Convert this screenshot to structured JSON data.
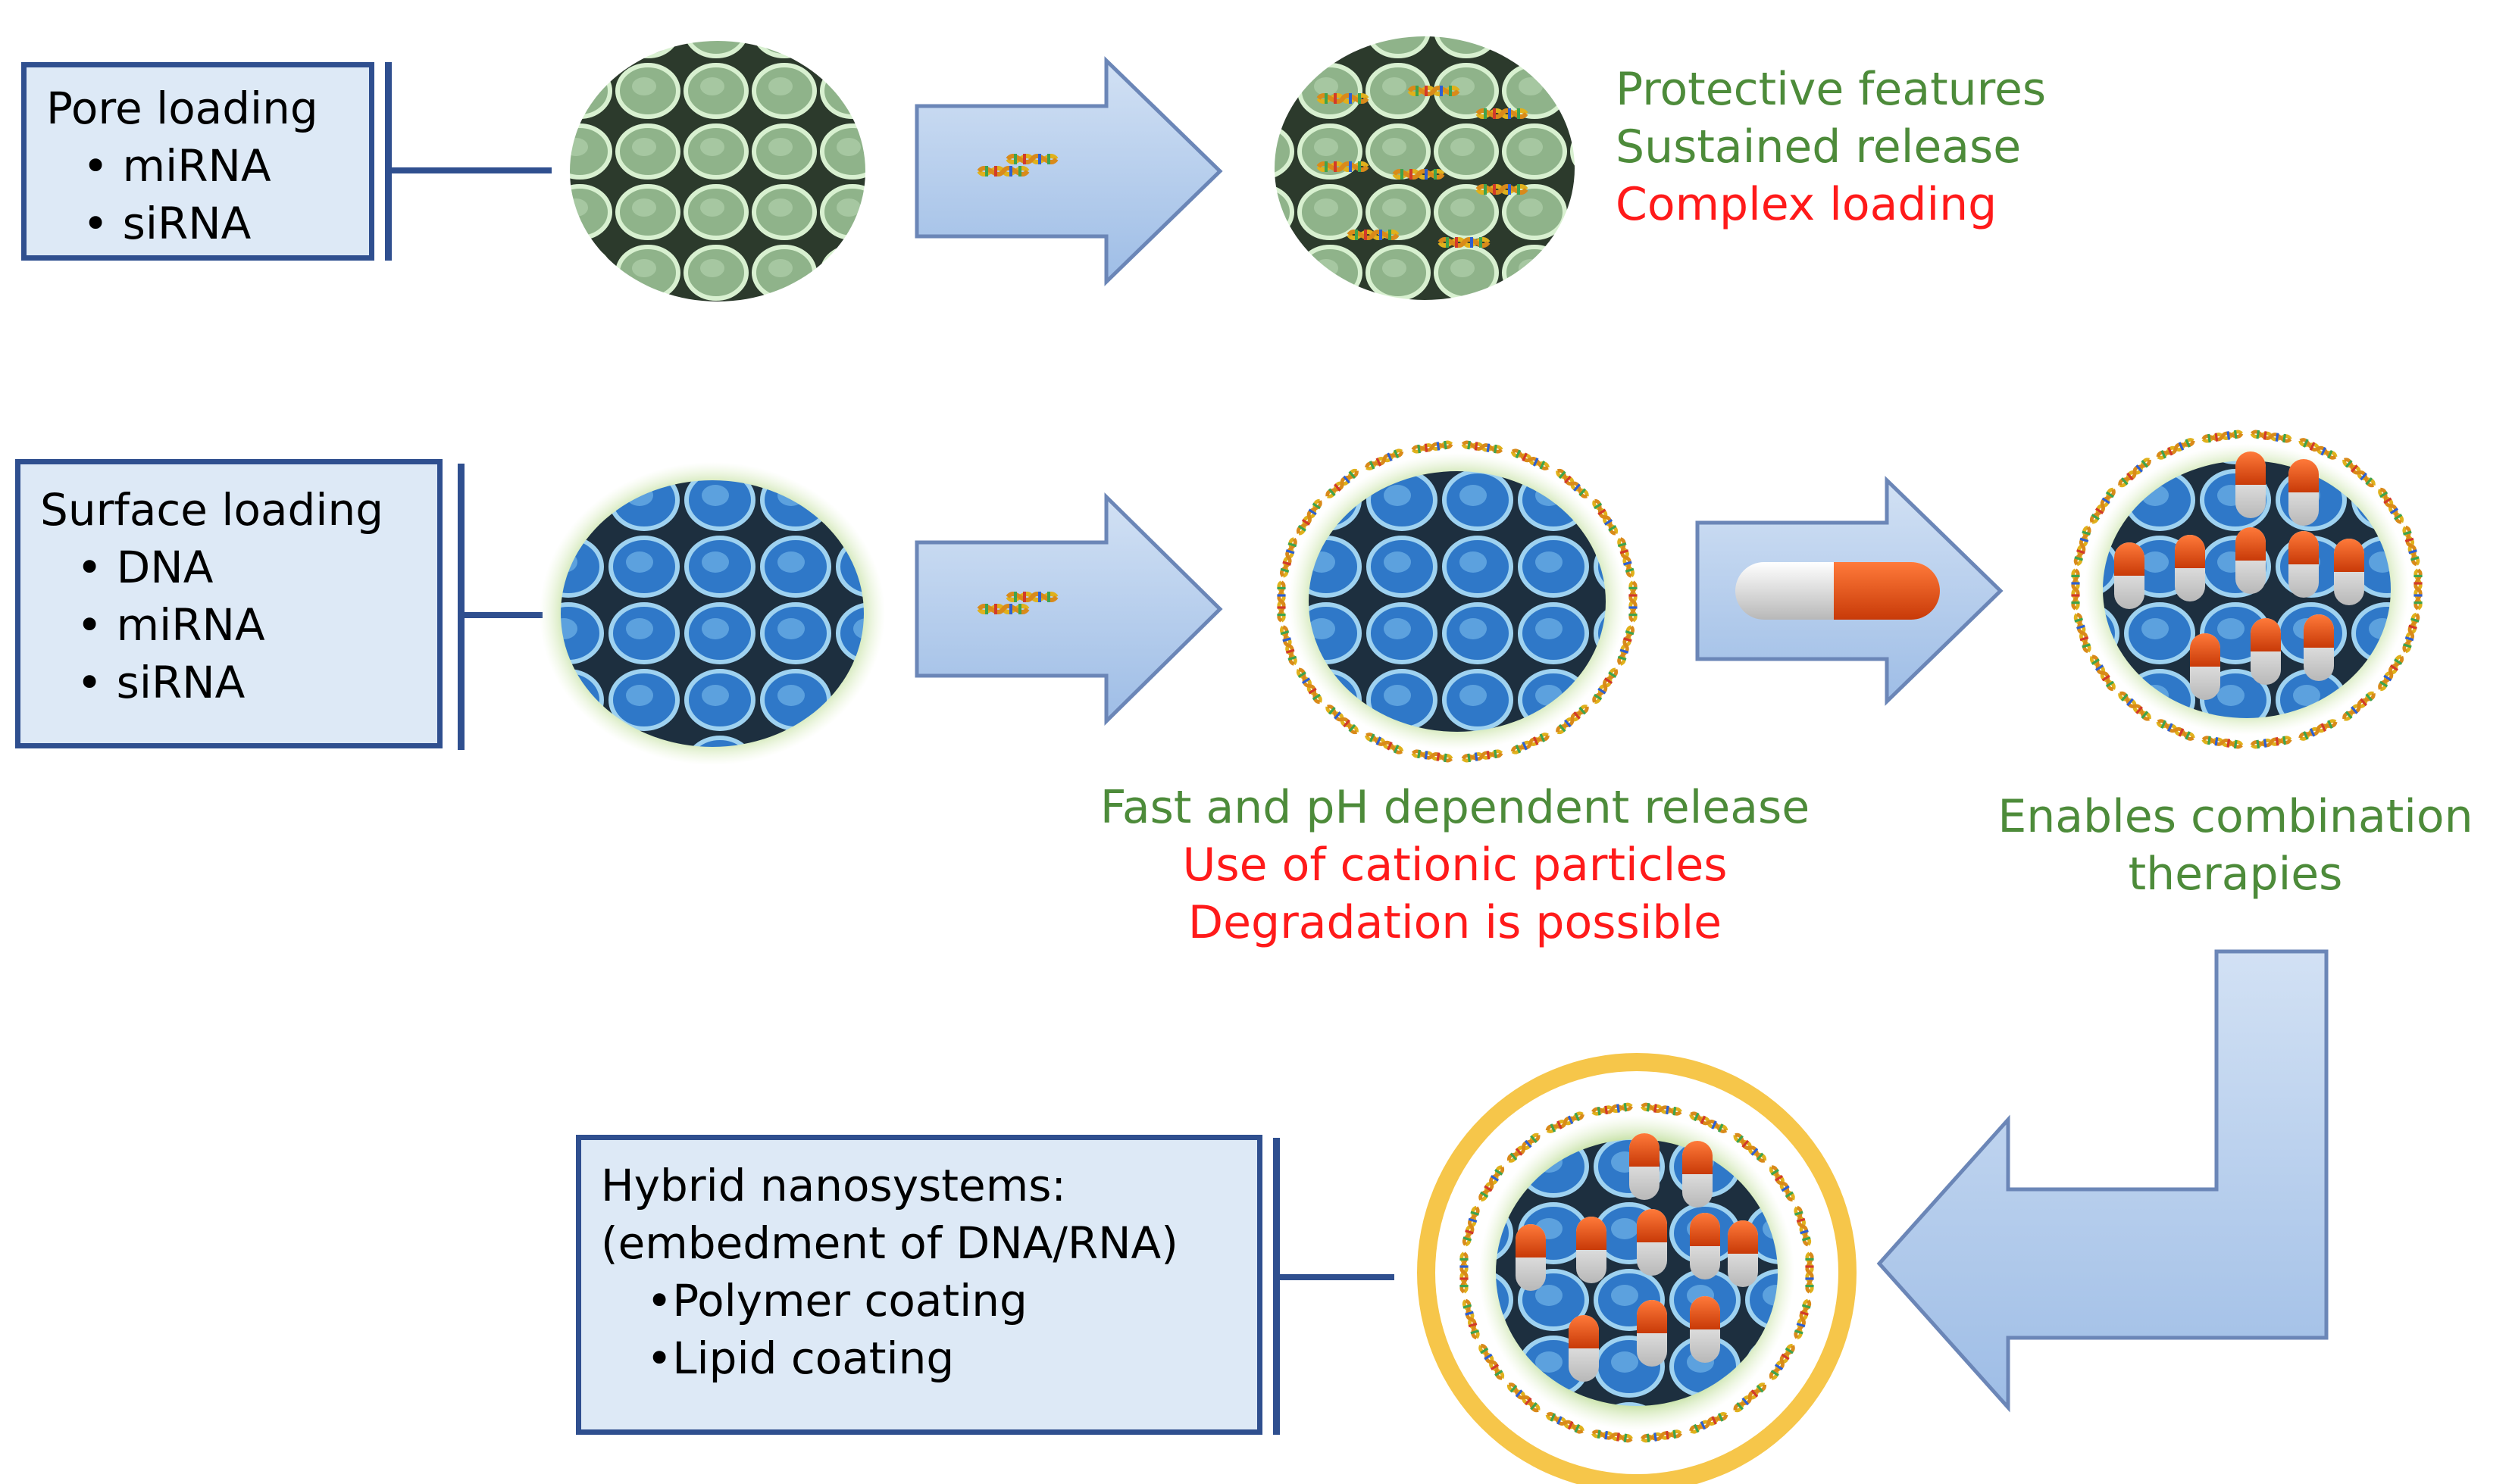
{
  "pore_box": {
    "title": "Pore loading",
    "items": [
      "• miRNA",
      "• siRNA"
    ]
  },
  "pore_notes": {
    "protective": "Protective features",
    "sustained": "Sustained release",
    "complex": "Complex loading"
  },
  "surface_box": {
    "title": "Surface loading",
    "items": [
      "• DNA",
      "• miRNA",
      "• siRNA"
    ]
  },
  "surface_notes": {
    "fast": "Fast and pH dependent release",
    "cationic": "Use of cationic particles",
    "degradation": "Degradation is possible"
  },
  "combo_notes": {
    "line1": "Enables combination",
    "line2": "therapies"
  },
  "hybrid_box": {
    "title1": "Hybrid nanosystems:",
    "title2": "(embedment of DNA/RNA)",
    "items": [
      "•Polymer coating",
      "•Lipid coating"
    ]
  },
  "colors": {
    "box_fill": "#dde9f6",
    "box_border": "#2f4f8f",
    "arrow_fill": "#aec7ea",
    "positive_text": "#4d8b3a",
    "negative_text": "#ff1a1a",
    "lipid_ring": "#f6c64a"
  }
}
